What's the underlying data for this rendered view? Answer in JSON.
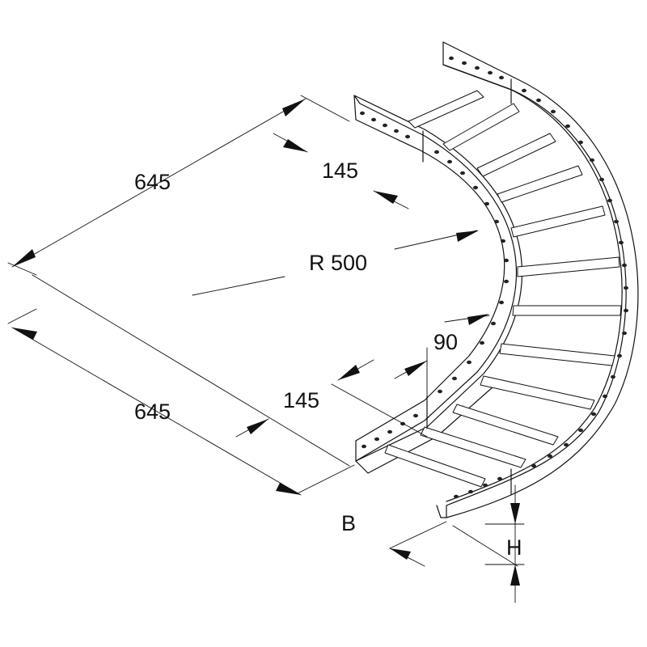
{
  "dimensions": {
    "length_top": "645",
    "length_bottom": "645",
    "straight_top": "145",
    "straight_bottom": "145",
    "radius": "R 500",
    "angle": "90",
    "width": "B",
    "height": "H"
  }
}
